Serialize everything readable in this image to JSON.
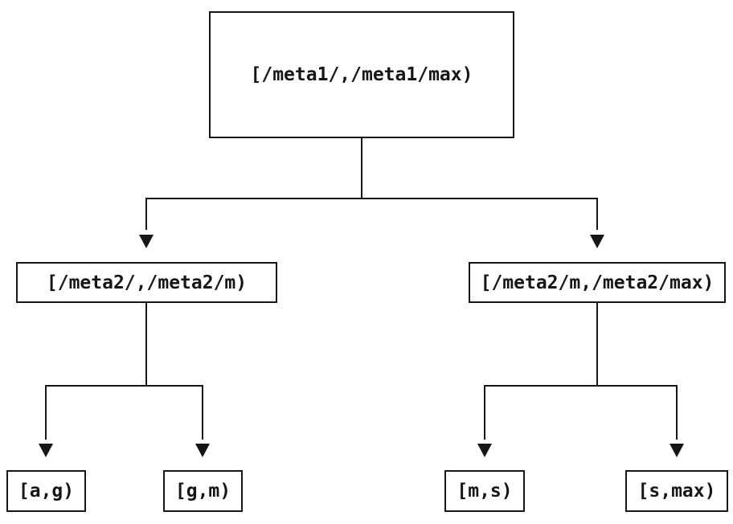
{
  "diagram": {
    "type": "tree",
    "nodes": {
      "root": {
        "label": "[/meta1/,/meta1/max)"
      },
      "left_child": {
        "label": "[/meta2/,/meta2/m)"
      },
      "right_child": {
        "label": "[/meta2/m,/meta2/max)"
      },
      "leaf_ag": {
        "label": "[a,g)"
      },
      "leaf_gm": {
        "label": "[g,m)"
      },
      "leaf_ms": {
        "label": "[m,s)"
      },
      "leaf_smax": {
        "label": "[s,max)"
      }
    },
    "edges": [
      {
        "from": "root",
        "to": "left_child"
      },
      {
        "from": "root",
        "to": "right_child"
      },
      {
        "from": "left_child",
        "to": "leaf_ag"
      },
      {
        "from": "left_child",
        "to": "leaf_gm"
      },
      {
        "from": "right_child",
        "to": "leaf_ms"
      },
      {
        "from": "right_child",
        "to": "leaf_smax"
      }
    ],
    "colors": {
      "line": "#161616",
      "node_border": "#161616",
      "node_fill": "#ffffff",
      "text": "#161616",
      "background": "#ffffff"
    }
  }
}
